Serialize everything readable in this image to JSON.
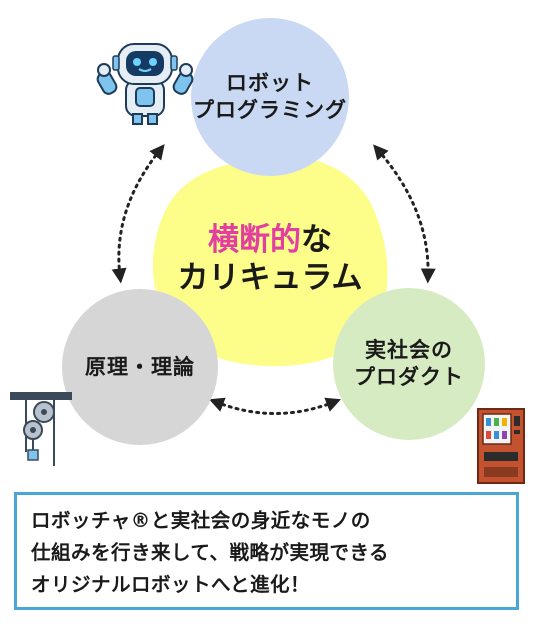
{
  "circles": {
    "top": {
      "line1": "ロボット",
      "line2": "プログラミング",
      "color": "#c9d9f3"
    },
    "left": {
      "line1": "原理・理論",
      "color": "#d6d6d6"
    },
    "right": {
      "line1": "実社会の",
      "line2": "プロダクト",
      "color": "#d7ebc3"
    }
  },
  "center": {
    "highlight": "横断的",
    "line1_rest": "な",
    "line2": "カリキュラム",
    "blob_color": "#fdfd8a",
    "highlight_color": "#e23fa0"
  },
  "caption": {
    "lines": [
      "ロボッチャ®と実社会の身近なモノの",
      "仕組みを行き来して、戦略が実現できる",
      "オリジナルロボットへと進化！"
    ],
    "border_color": "#4aa6d6"
  },
  "icons": [
    "robot-icon",
    "pulley-icon",
    "vending-machine-icon"
  ]
}
